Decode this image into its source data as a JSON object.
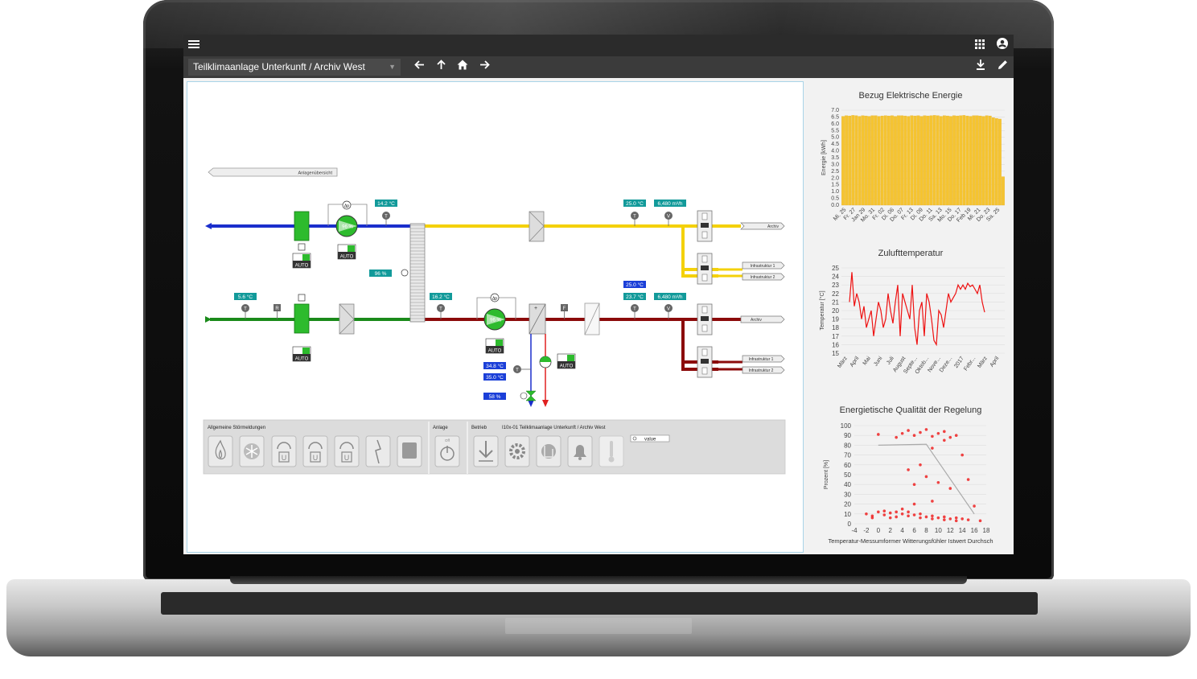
{
  "topbar": {
    "menu_icon": "hamburger-icon",
    "apps_icon": "grid-icon",
    "user_icon": "account-icon"
  },
  "navbar": {
    "title": "Teilklimaanlage Unterkunft / Archiv West",
    "back_icon": "arrow-left-icon",
    "up_icon": "arrow-up-icon",
    "home_icon": "home-icon",
    "forward_icon": "arrow-right-icon",
    "download_icon": "download-icon",
    "edit_icon": "pencil-icon"
  },
  "schematic": {
    "overview_button": "Anlagenübersicht",
    "exhaust_temp": "14.2 °C",
    "outdoor_temp": "5.6 °C",
    "supply_after_hrc": "16.2 °C",
    "return_temp": "25.0 °C",
    "return_flow": "6,480 m³/h",
    "supply_setpoint": "25.0 °C",
    "supply_temp": "23.7 °C",
    "supply_flow": "6,480 m³/h",
    "hrc_percent": "96 %",
    "heater_flow_temp": "34.8 °C",
    "heater_return_temp": "35.0 °C",
    "valve_percent": "58 %",
    "fan_percent_exhaust": "96 %",
    "fan_percent_supply": "96 %",
    "auto_label": "AUTO",
    "sensor_T": "T",
    "sensor_R": "R",
    "sensor_V": "V",
    "sensor_F": "F",
    "dp": "Δp",
    "outlets": {
      "archiv_top": "Archiv",
      "infra1_top": "Infrastruktur 1",
      "infra2_top": "Infrastruktur 2",
      "archiv_bottom": "Archiv",
      "infra1_bottom": "Infrastruktur 1",
      "infra2_bottom": "Infrastruktur 2"
    }
  },
  "alarm_panel": {
    "general_title": "Allgemeine Störmeldungen",
    "plant_title": "Anlage",
    "operation_title": "Betrieb",
    "plant_name": "I10x-01 Teilklimaanlage Unterkunft / Archiv West",
    "plant_switch": "Off",
    "value_field": "value",
    "general_icons": [
      "flame-icon",
      "snowflake-icon",
      "filter-u-icon",
      "filter-u-icon",
      "filter-u-icon",
      "lightning-icon",
      "square-icon"
    ],
    "operation_icons": [
      "download-arrow-icon",
      "gear-icon",
      "gear-hand-icon",
      "bell-icon",
      "thermometer-icon"
    ]
  },
  "chart_data": [
    {
      "type": "bar",
      "title": "Bezug Elektrische Energie",
      "ylabel": "Energie [kWh]",
      "xlabel": "",
      "ylim": [
        0,
        7.0
      ],
      "yticks": [
        "7.0",
        "6.5",
        "6.0",
        "5.5",
        "5.0",
        "4.5",
        "4.0",
        "3.5",
        "3.0",
        "2.5",
        "2.0",
        "1.5",
        "1.0",
        "0.5",
        "0.0"
      ],
      "tick_labels": [
        "Mi. 25",
        "Fr. 27",
        "Jan 29",
        "Mo. 31",
        "Fr. 02",
        "Di. 06",
        "Do. 07",
        "Fr. 13",
        "Di. 09",
        "Do. 11",
        "Sa. 13",
        "Mo. 15",
        "Do. 17",
        "Feb 19",
        "Mi. 21",
        "Do. 23",
        "Sa. 25"
      ],
      "values": [
        6.55,
        6.6,
        6.58,
        6.62,
        6.6,
        6.55,
        6.6,
        6.58,
        6.55,
        6.6,
        6.6,
        6.55,
        6.58,
        6.6,
        6.58,
        6.6,
        6.55,
        6.6,
        6.6,
        6.58,
        6.55,
        6.6,
        6.58,
        6.6,
        6.55,
        6.6,
        6.58,
        6.6,
        6.62,
        6.6,
        6.55,
        6.6,
        6.58,
        6.55,
        6.6,
        6.58,
        6.6,
        6.62,
        6.58,
        6.55,
        6.6,
        6.6,
        6.58,
        6.55,
        6.6,
        6.58,
        6.45,
        6.4,
        6.35,
        2.1
      ]
    },
    {
      "type": "line",
      "title": "Zulufttemperatur",
      "ylabel": "Temperatur [°C]",
      "xlabel": "",
      "ylim": [
        15,
        25
      ],
      "yticks": [
        "25",
        "24",
        "23",
        "22",
        "21",
        "20",
        "19",
        "18",
        "17",
        "16",
        "15"
      ],
      "tick_labels": [
        "März",
        "April",
        "Mai",
        "Juni",
        "Juli",
        "August",
        "Septe...",
        "Oktob...",
        "Nove...",
        "Deze...",
        "2017",
        "Febr...",
        "März",
        "April"
      ],
      "series": [
        {
          "values": [
            21,
            24.5,
            20.5,
            22,
            21,
            19,
            20.5,
            18,
            19,
            20,
            17,
            19,
            21,
            20,
            18,
            19,
            22,
            20,
            18.5,
            21,
            23,
            17,
            22,
            21,
            20,
            19,
            23,
            18,
            16,
            20,
            21,
            17,
            22,
            21,
            19,
            16.5,
            16,
            20,
            19.5,
            18,
            20,
            22,
            21,
            21.5,
            22,
            23,
            22.5,
            23,
            22.5,
            23.2,
            22.8,
            23,
            22.5,
            22,
            23,
            21,
            19.8
          ]
        }
      ]
    },
    {
      "type": "scatter",
      "title": "Energietische Qualität der Regelung",
      "ylabel": "Prozent [%]",
      "xlabel": "Temperatur-Messumformer Witterungsfühler Istwert Durchsch",
      "xlim": [
        -4,
        18
      ],
      "ylim": [
        0,
        100
      ],
      "xticks": [
        "-4",
        "-2",
        "0",
        "2",
        "4",
        "6",
        "8",
        "10",
        "12",
        "14",
        "16",
        "18"
      ],
      "yticks": [
        "100",
        "90",
        "80",
        "70",
        "60",
        "50",
        "40",
        "30",
        "20",
        "10",
        "0"
      ],
      "series": [
        {
          "points": [
            [
              -2,
              10
            ],
            [
              -1,
              8
            ],
            [
              0,
              12
            ],
            [
              1,
              9
            ],
            [
              2,
              11
            ],
            [
              3,
              7
            ],
            [
              4,
              10
            ],
            [
              5,
              8
            ],
            [
              6,
              9
            ],
            [
              7,
              6
            ],
            [
              8,
              7
            ],
            [
              9,
              8
            ],
            [
              10,
              6
            ],
            [
              11,
              7
            ],
            [
              12,
              5
            ],
            [
              13,
              6
            ],
            [
              14,
              5
            ],
            [
              15,
              4
            ],
            [
              0,
              91
            ],
            [
              3,
              88
            ],
            [
              4,
              92
            ],
            [
              5,
              95
            ],
            [
              6,
              90
            ],
            [
              7,
              93
            ],
            [
              8,
              96
            ],
            [
              9,
              89
            ],
            [
              10,
              92
            ],
            [
              11,
              94
            ],
            [
              12,
              88
            ],
            [
              13,
              90
            ],
            [
              5,
              55
            ],
            [
              6,
              40
            ],
            [
              7,
              60
            ],
            [
              8,
              48
            ],
            [
              9,
              77
            ],
            [
              10,
              42
            ],
            [
              11,
              85
            ],
            [
              12,
              36
            ],
            [
              14,
              70
            ],
            [
              15,
              45
            ],
            [
              16,
              18
            ],
            [
              17,
              3
            ],
            [
              4,
              15
            ],
            [
              6,
              20
            ],
            [
              9,
              23
            ],
            [
              -1,
              6
            ],
            [
              1,
              13
            ],
            [
              2,
              6
            ],
            [
              3,
              12
            ],
            [
              5,
              12
            ],
            [
              7,
              10
            ],
            [
              9,
              5
            ],
            [
              11,
              4
            ],
            [
              13,
              3
            ]
          ]
        },
        {
          "name": "",
          "line": [
            [
              0,
              80
            ],
            [
              8,
              81
            ],
            [
              16,
              10
            ]
          ]
        }
      ]
    }
  ]
}
